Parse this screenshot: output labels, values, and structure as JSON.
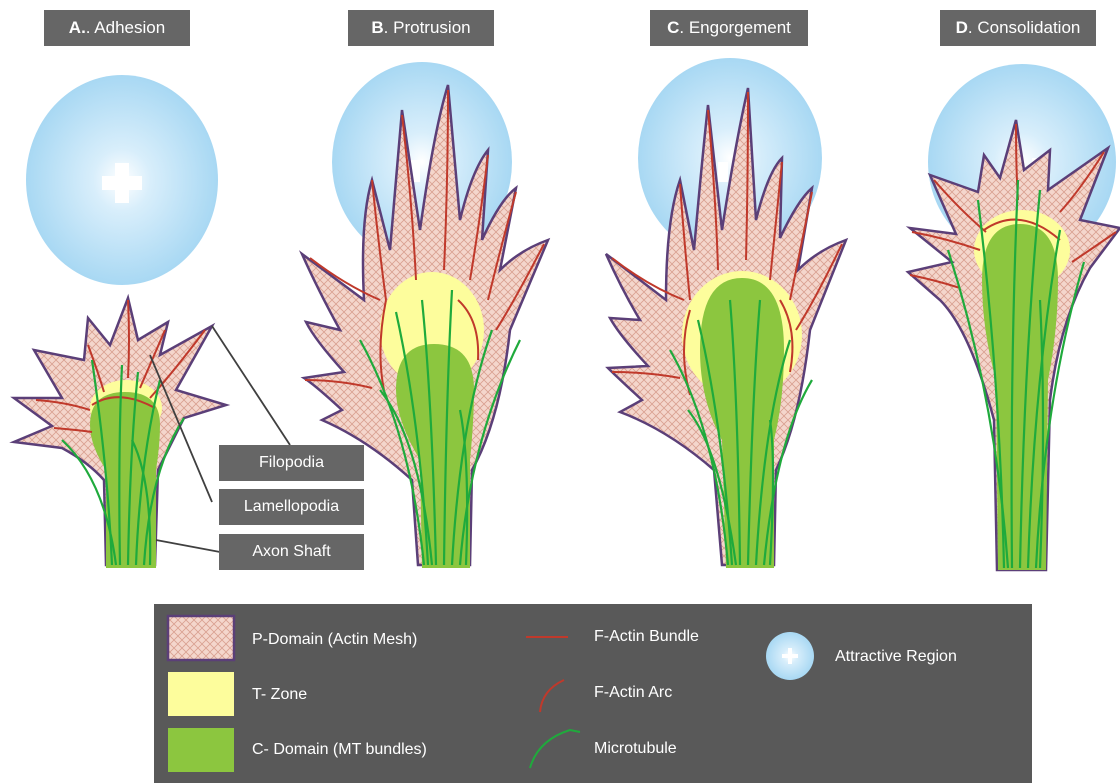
{
  "stages": [
    {
      "letter": "A.",
      "name": ". Adhesion"
    },
    {
      "letter": "B",
      "name": ". Protrusion"
    },
    {
      "letter": "C",
      "name": ". Engorgement"
    },
    {
      "letter": "D",
      "name": ". Consolidation"
    }
  ],
  "callouts": {
    "filopodia": "Filopodia",
    "lamellopodia": "Lamellopodia",
    "axon_shaft": "Axon Shaft"
  },
  "legend": {
    "p_domain": "P-Domain (Actin Mesh)",
    "t_zone": "T- Zone",
    "c_domain": "C- Domain (MT bundles)",
    "f_actin_bundle": "F-Actin Bundle",
    "f_actin_arc": "F-Actin Arc",
    "microtubule": "Microtubule",
    "attractive_region": "Attractive Region"
  },
  "colors": {
    "p_domain_fill": "#f4d6cc",
    "p_domain_hatch": "#d9a090",
    "outline": "#5b3f78",
    "t_zone": "#fdfd9c",
    "c_domain": "#8cc63f",
    "f_actin": "#c0392b",
    "microtubule": "#1faa3c",
    "attractive_region": "#bde3f7",
    "label_bg": "#666666",
    "legend_bg": "#595959"
  }
}
